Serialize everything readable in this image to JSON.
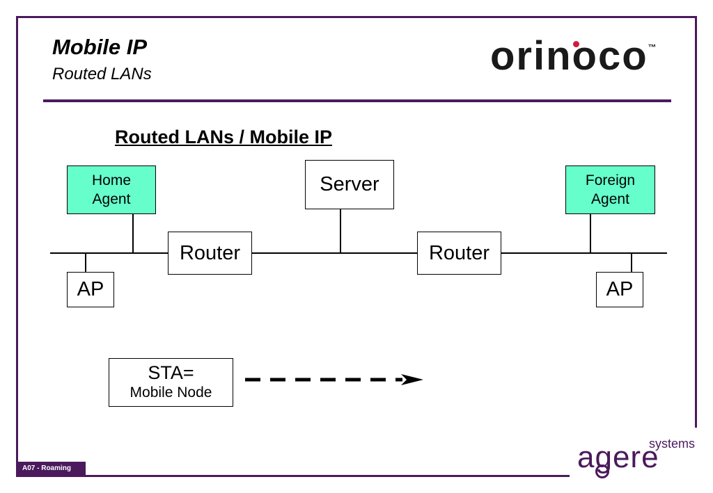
{
  "slide": {
    "title": "Mobile IP",
    "subtitle": "Routed LANs"
  },
  "brand": {
    "logo_text": "orinoco",
    "trademark": "™"
  },
  "diagram": {
    "heading": "Routed LANs / Mobile IP",
    "home_agent": [
      "Home",
      "Agent"
    ],
    "foreign_agent": [
      "Foreign",
      "Agent"
    ],
    "server": "Server",
    "router_left": "Router",
    "router_right": "Router",
    "ap_left": "AP",
    "ap_right": "AP",
    "sta_line1": "STA=",
    "sta_line2": "Mobile Node"
  },
  "footer": {
    "label": "A07 -  Roaming",
    "company_word": "agere",
    "company_suffix": "systems"
  },
  "colors": {
    "frame": "#4a1a5c",
    "agent_fill": "#66ffcc",
    "logo_dot": "#d01c3c"
  }
}
